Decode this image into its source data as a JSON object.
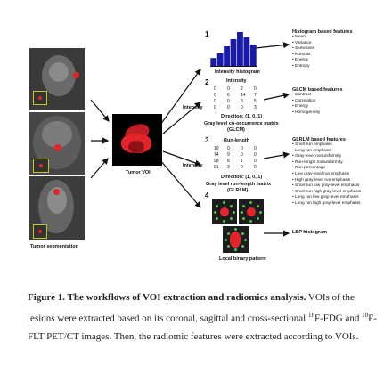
{
  "segmentation": {
    "label": "Tumor segmentation"
  },
  "voi": {
    "label": "Tumor VOI"
  },
  "intensity_labels": [
    "Intensity",
    "Intensity",
    "Intensity"
  ],
  "histogram": {
    "number": "1",
    "label": "Intensity histogram",
    "bars": [
      0.22,
      0.35,
      0.55,
      0.75,
      0.95,
      0.8,
      0.6
    ],
    "bar_color": "#1a1aa8"
  },
  "glcm": {
    "number": "2",
    "top_label": "Intensity",
    "matrix": [
      [
        "0",
        "0",
        "2",
        "0"
      ],
      [
        "0",
        "6",
        "14",
        "7"
      ],
      [
        "0",
        "0",
        "8",
        "5"
      ],
      [
        "0",
        "0",
        "0",
        "3"
      ]
    ],
    "direction": "Direction: (1, 0, 1)",
    "caption_line1": "Gray level co-occurrence matrix",
    "caption_line2": "(GLCM)"
  },
  "glrlm": {
    "number": "3",
    "top_label": "Run-length",
    "matrix": [
      [
        "10",
        "0",
        "0",
        "0"
      ],
      [
        "74",
        "9",
        "0",
        "0"
      ],
      [
        "98",
        "8",
        "1",
        "0"
      ],
      [
        "91",
        "3",
        "0",
        "0"
      ]
    ],
    "direction": "Direction: (1, 0, 1)",
    "caption_line1": "Gray level run-length matrix",
    "caption_line2": "(GLRLM)"
  },
  "lbp": {
    "number": "4",
    "label": "Local binary pattern"
  },
  "features": {
    "histogram": {
      "title": "Histogram based features",
      "items": [
        "• Mean",
        "• Variance",
        "• Skewness",
        "• Kurtosis",
        "• Energy",
        "• Entropy"
      ]
    },
    "glcm": {
      "title": "GLCM based features",
      "items": [
        "• Contrast",
        "• Correlation",
        "• Energy",
        "• Homogeneity"
      ]
    },
    "glrlm": {
      "title": "GLRLM based features",
      "items": [
        "• Short run emphasis",
        "• Long run emphasis",
        "• Gray-level nonuniformity",
        "• Run-length nonuniformity",
        "• Run percentage",
        "• Low gray-level run emphasis",
        "• High gray-level run emphasis",
        "• Short run low gray-level emphasis",
        "• Short run high gray-level emphasis",
        "• Long run low gray-level emphasis",
        "• Long run high gray-level emphasis"
      ]
    },
    "lbp": {
      "title": "LBP histogram"
    }
  },
  "caption": {
    "fig_label": "Figure 1. The workflows of VOI extraction and radiomics analysis.",
    "part1": " VOIs of the lesions were extracted based on its coronal, sagittal and cross-sectional ",
    "sup1": "18",
    "part2": "F-FDG and ",
    "sup2": "18",
    "part3": "F-FLT PET/CT images. Then, the radiomic features were extracted according to VOIs."
  },
  "colors": {
    "tumor": "#e3242b",
    "inset_border": "#c8c81a",
    "lbp_dot": "#4ec24e"
  }
}
